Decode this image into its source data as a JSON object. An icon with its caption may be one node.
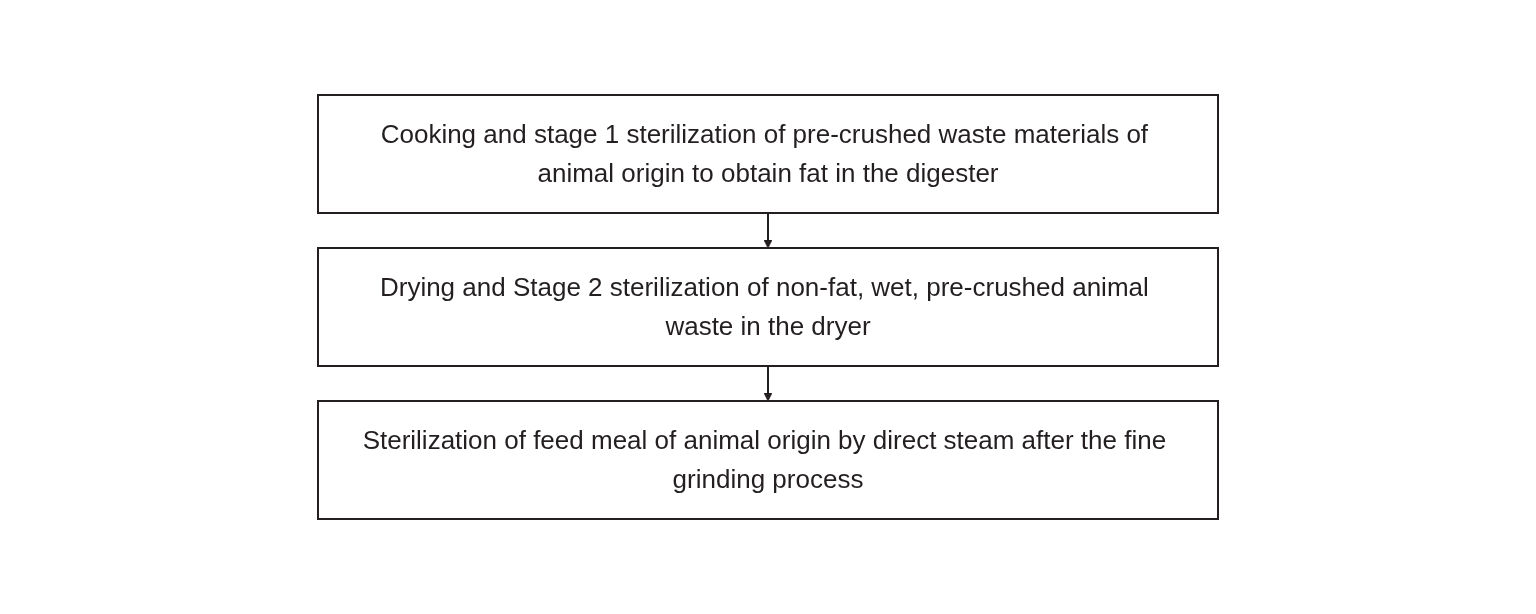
{
  "diagram": {
    "nodes": [
      {
        "text": [
          "Cooking and stage 1 sterilization of pre-crushed waste materials of animal origin to obtain fat in the digester"
        ]
      },
      {
        "text": [
          "Drying and Stage 2 sterilization of non-fat, wet, pre-crushed animal waste in the dryer"
        ]
      },
      {
        "text": [
          "Sterilization of feed meal of animal origin by direct steam after the fine grinding process"
        ]
      }
    ],
    "edges": [
      {
        "from": 0,
        "to": 1,
        "arrow": "to"
      },
      {
        "from": 1,
        "to": 2,
        "arrow": "to"
      }
    ]
  }
}
